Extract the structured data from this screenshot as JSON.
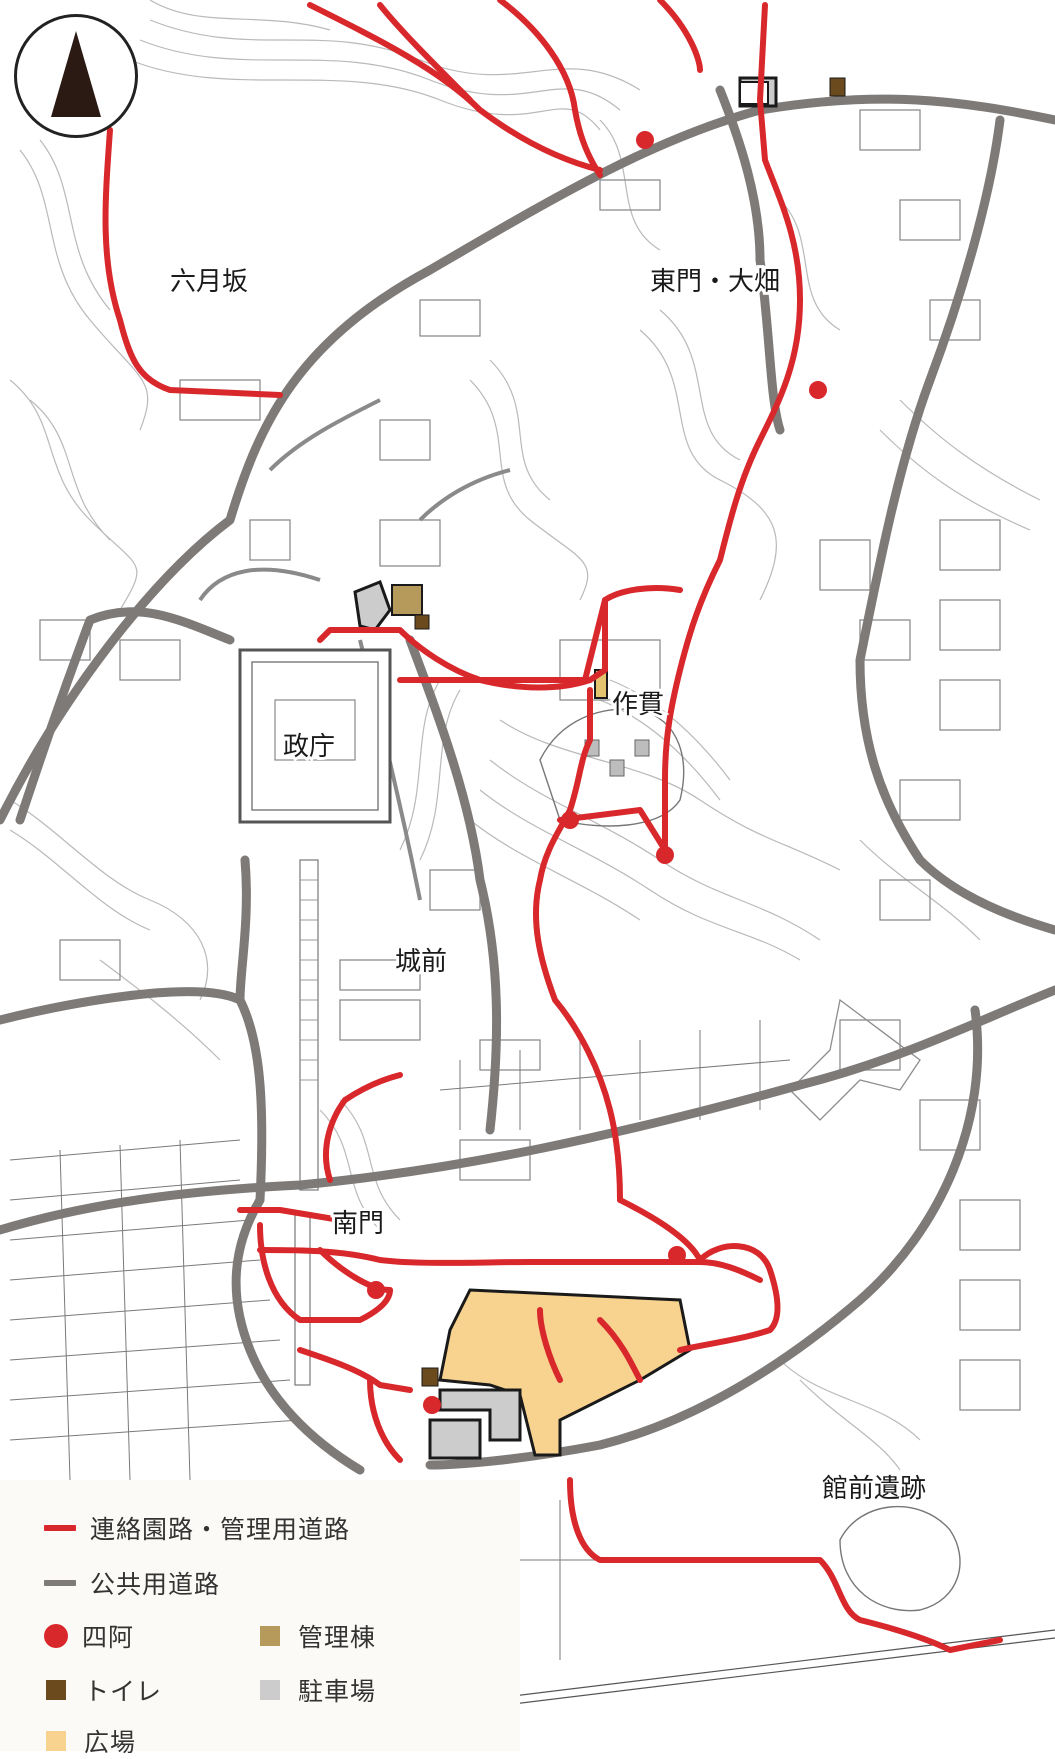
{
  "map": {
    "colors": {
      "connecting_path": "#d8282c",
      "public_road": "#7d7a78",
      "pavilion": "#d8282c",
      "toilet": "#6b4a1e",
      "management_building": "#b59a5c",
      "parking": "#cccccc",
      "plaza": "#f8d28f",
      "contour": "#b7b7b7",
      "building_outline": "#8d8d8d"
    },
    "north_arrow_icon": "north-arrow-icon",
    "area_labels": {
      "rokugatsuzaka": "六月坂",
      "higashimon_ohata": "東門・大畑",
      "seicho": "政庁",
      "sakunuki": "作貫",
      "jozen": "城前",
      "minamimon": "南門",
      "tatemae_iseki": "館前遺跡"
    }
  },
  "legend": {
    "connecting_path": "連絡園路・管理用道路",
    "public_road": "公共用道路",
    "pavilion": "四阿",
    "management_building": "管理棟",
    "toilet": "トイレ",
    "parking": "駐車場",
    "plaza": "広場"
  }
}
